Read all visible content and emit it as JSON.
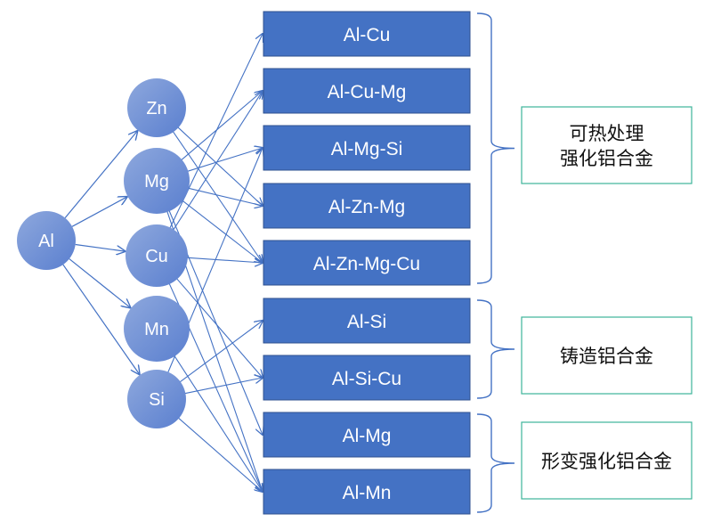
{
  "colors": {
    "node_fill_light": "#8ea8dd",
    "node_fill_dark": "#5a7fcf",
    "alloy_fill": "#4472c4",
    "alloy_stroke": "#2f528f",
    "line": "#4472c4",
    "category_stroke_top": "#3cb49a",
    "category_stroke_bottom": "#4472c4",
    "brace": "#4472c4"
  },
  "base_element": {
    "id": "Al",
    "label": "Al"
  },
  "elements": [
    {
      "id": "Zn",
      "label": "Zn"
    },
    {
      "id": "Mg",
      "label": "Mg"
    },
    {
      "id": "Cu",
      "label": "Cu"
    },
    {
      "id": "Mn",
      "label": "Mn"
    },
    {
      "id": "Si",
      "label": "Si"
    }
  ],
  "alloys": [
    {
      "id": "Al-Cu",
      "label": "Al-Cu",
      "components": [
        "Cu"
      ]
    },
    {
      "id": "Al-Cu-Mg",
      "label": "Al-Cu-Mg",
      "components": [
        "Cu",
        "Mg"
      ]
    },
    {
      "id": "Al-Mg-Si",
      "label": "Al-Mg-Si",
      "components": [
        "Mg",
        "Si"
      ]
    },
    {
      "id": "Al-Zn-Mg",
      "label": "Al-Zn-Mg",
      "components": [
        "Zn",
        "Mg"
      ]
    },
    {
      "id": "Al-Zn-Mg-Cu",
      "label": "Al-Zn-Mg-Cu",
      "components": [
        "Zn",
        "Mg",
        "Cu"
      ]
    },
    {
      "id": "Al-Si",
      "label": "Al-Si",
      "components": [
        "Si"
      ]
    },
    {
      "id": "Al-Si-Cu",
      "label": "Al-Si-Cu",
      "components": [
        "Si",
        "Cu"
      ]
    },
    {
      "id": "Al-Mg",
      "label": "Al-Mg",
      "components": [
        "Mg"
      ]
    },
    {
      "id": "Al-Mn",
      "label": "Al-Mn",
      "components": [
        "Mn",
        "Mg",
        "Cu",
        "Si"
      ]
    }
  ],
  "categories": [
    {
      "id": "heat-treatable",
      "lines": [
        "可热处理",
        "强化铝合金"
      ],
      "alloys": [
        "Al-Cu",
        "Al-Cu-Mg",
        "Al-Mg-Si",
        "Al-Zn-Mg",
        "Al-Zn-Mg-Cu"
      ]
    },
    {
      "id": "casting",
      "lines": [
        "铸造铝合金"
      ],
      "alloys": [
        "Al-Si",
        "Al-Si-Cu"
      ]
    },
    {
      "id": "wrought",
      "lines": [
        "形变强化铝合金"
      ],
      "alloys": [
        "Al-Mg",
        "Al-Mn"
      ]
    }
  ]
}
